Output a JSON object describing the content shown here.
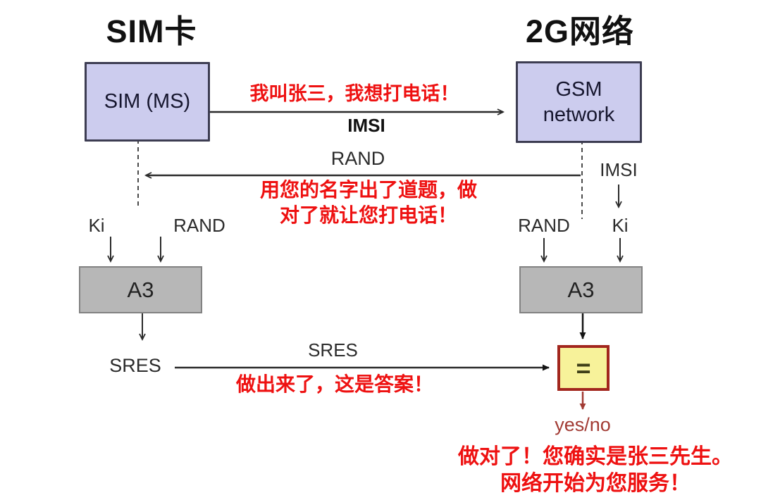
{
  "diagram": {
    "left": {
      "title": "SIM卡",
      "entity_box": "SIM (MS)",
      "ki": "Ki",
      "rand": "RAND",
      "a3": "A3",
      "sres_out": "SRES"
    },
    "right": {
      "title": "2G网络",
      "entity_box_line1": "GSM",
      "entity_box_line2": "network",
      "imsi": "IMSI",
      "rand": "RAND",
      "ki": "Ki",
      "a3": "A3",
      "equals": "=",
      "yes_no": "yes/no"
    },
    "flows": {
      "msg1_text": "我叫张三，我想打电话！",
      "msg1_label": "IMSI",
      "msg2_label": "RAND",
      "msg2_text_line1": "用您的名字出了道题，做",
      "msg2_text_line2": "对了就让您打电话！",
      "msg3_label": "SRES",
      "msg3_text": "做出来了，这是答案！",
      "result_line1": "做对了！您确实是张三先生。",
      "result_line2": "网络开始为您服务！"
    },
    "colors": {
      "annotation_red": "#ee1111",
      "result_red": "#a23b34",
      "entity_fill": "#ccccee",
      "entity_border": "#3d3d52",
      "a3_fill": "#b7b7b7",
      "equals_fill": "#f7f29a",
      "equals_border": "#a2261d",
      "line_color": "#2a2a2a"
    }
  }
}
